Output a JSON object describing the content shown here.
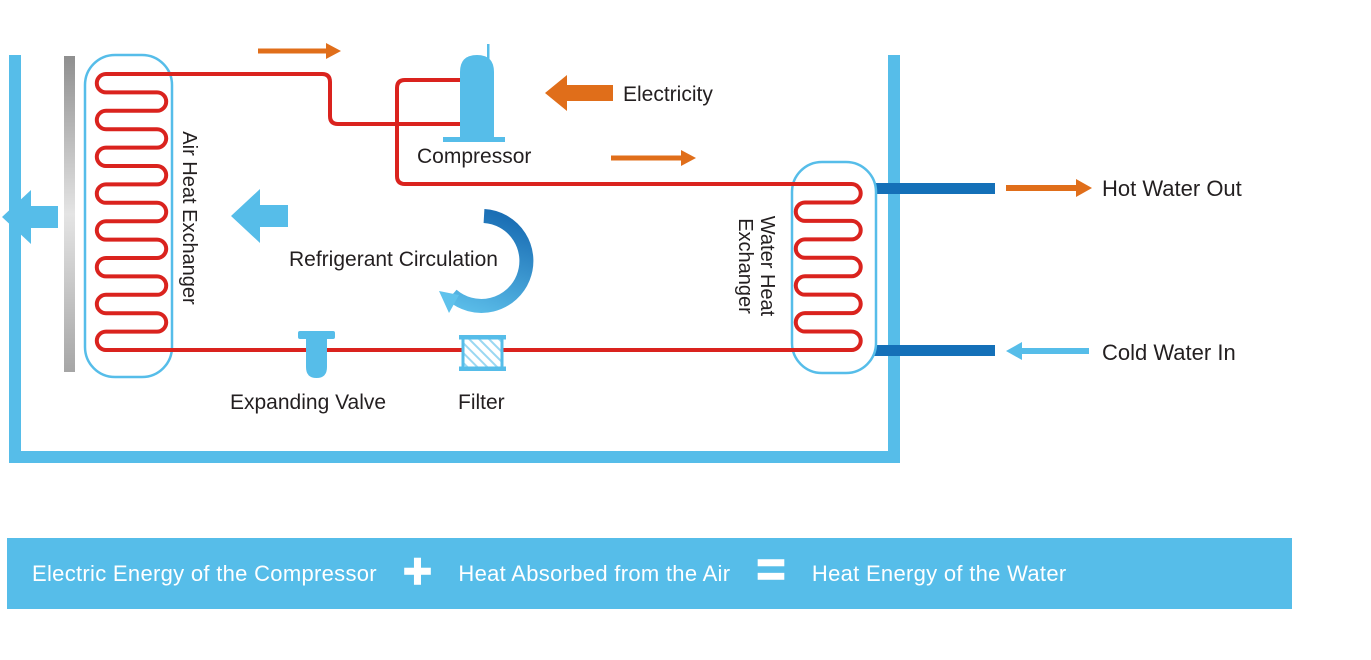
{
  "diagram": {
    "labels": {
      "compressor": "Compressor",
      "electricity": "Electricity",
      "refrigerant_circulation": "Refrigerant Circulation",
      "expanding_valve": "Expanding Valve",
      "filter": "Filter",
      "air_heat_exchanger": "Air Heat Exchanger",
      "water_heat_exchanger_line1": "Water Heat",
      "water_heat_exchanger_line2": "Exchanger",
      "hot_water_out": "Hot Water Out",
      "cold_water_in": "Cold Water In"
    },
    "colors": {
      "light_blue": "#56BDE9",
      "dark_blue_pipe": "#1470B8",
      "refrigerant_red": "#DA231E",
      "orange": "#E06E1A",
      "arc_dark_blue": "#1B6FB5",
      "arc_light_blue": "#5FC2EC",
      "text": "#231F20",
      "banner_background": "#56BDE9",
      "banner_text": "#FFFFFF"
    }
  },
  "equation_banner": {
    "term1": "Electric Energy of the Compressor",
    "plus": "+",
    "term2": "Heat Absorbed from the Air",
    "equals": "=",
    "term3": "Heat Energy of the Water"
  }
}
